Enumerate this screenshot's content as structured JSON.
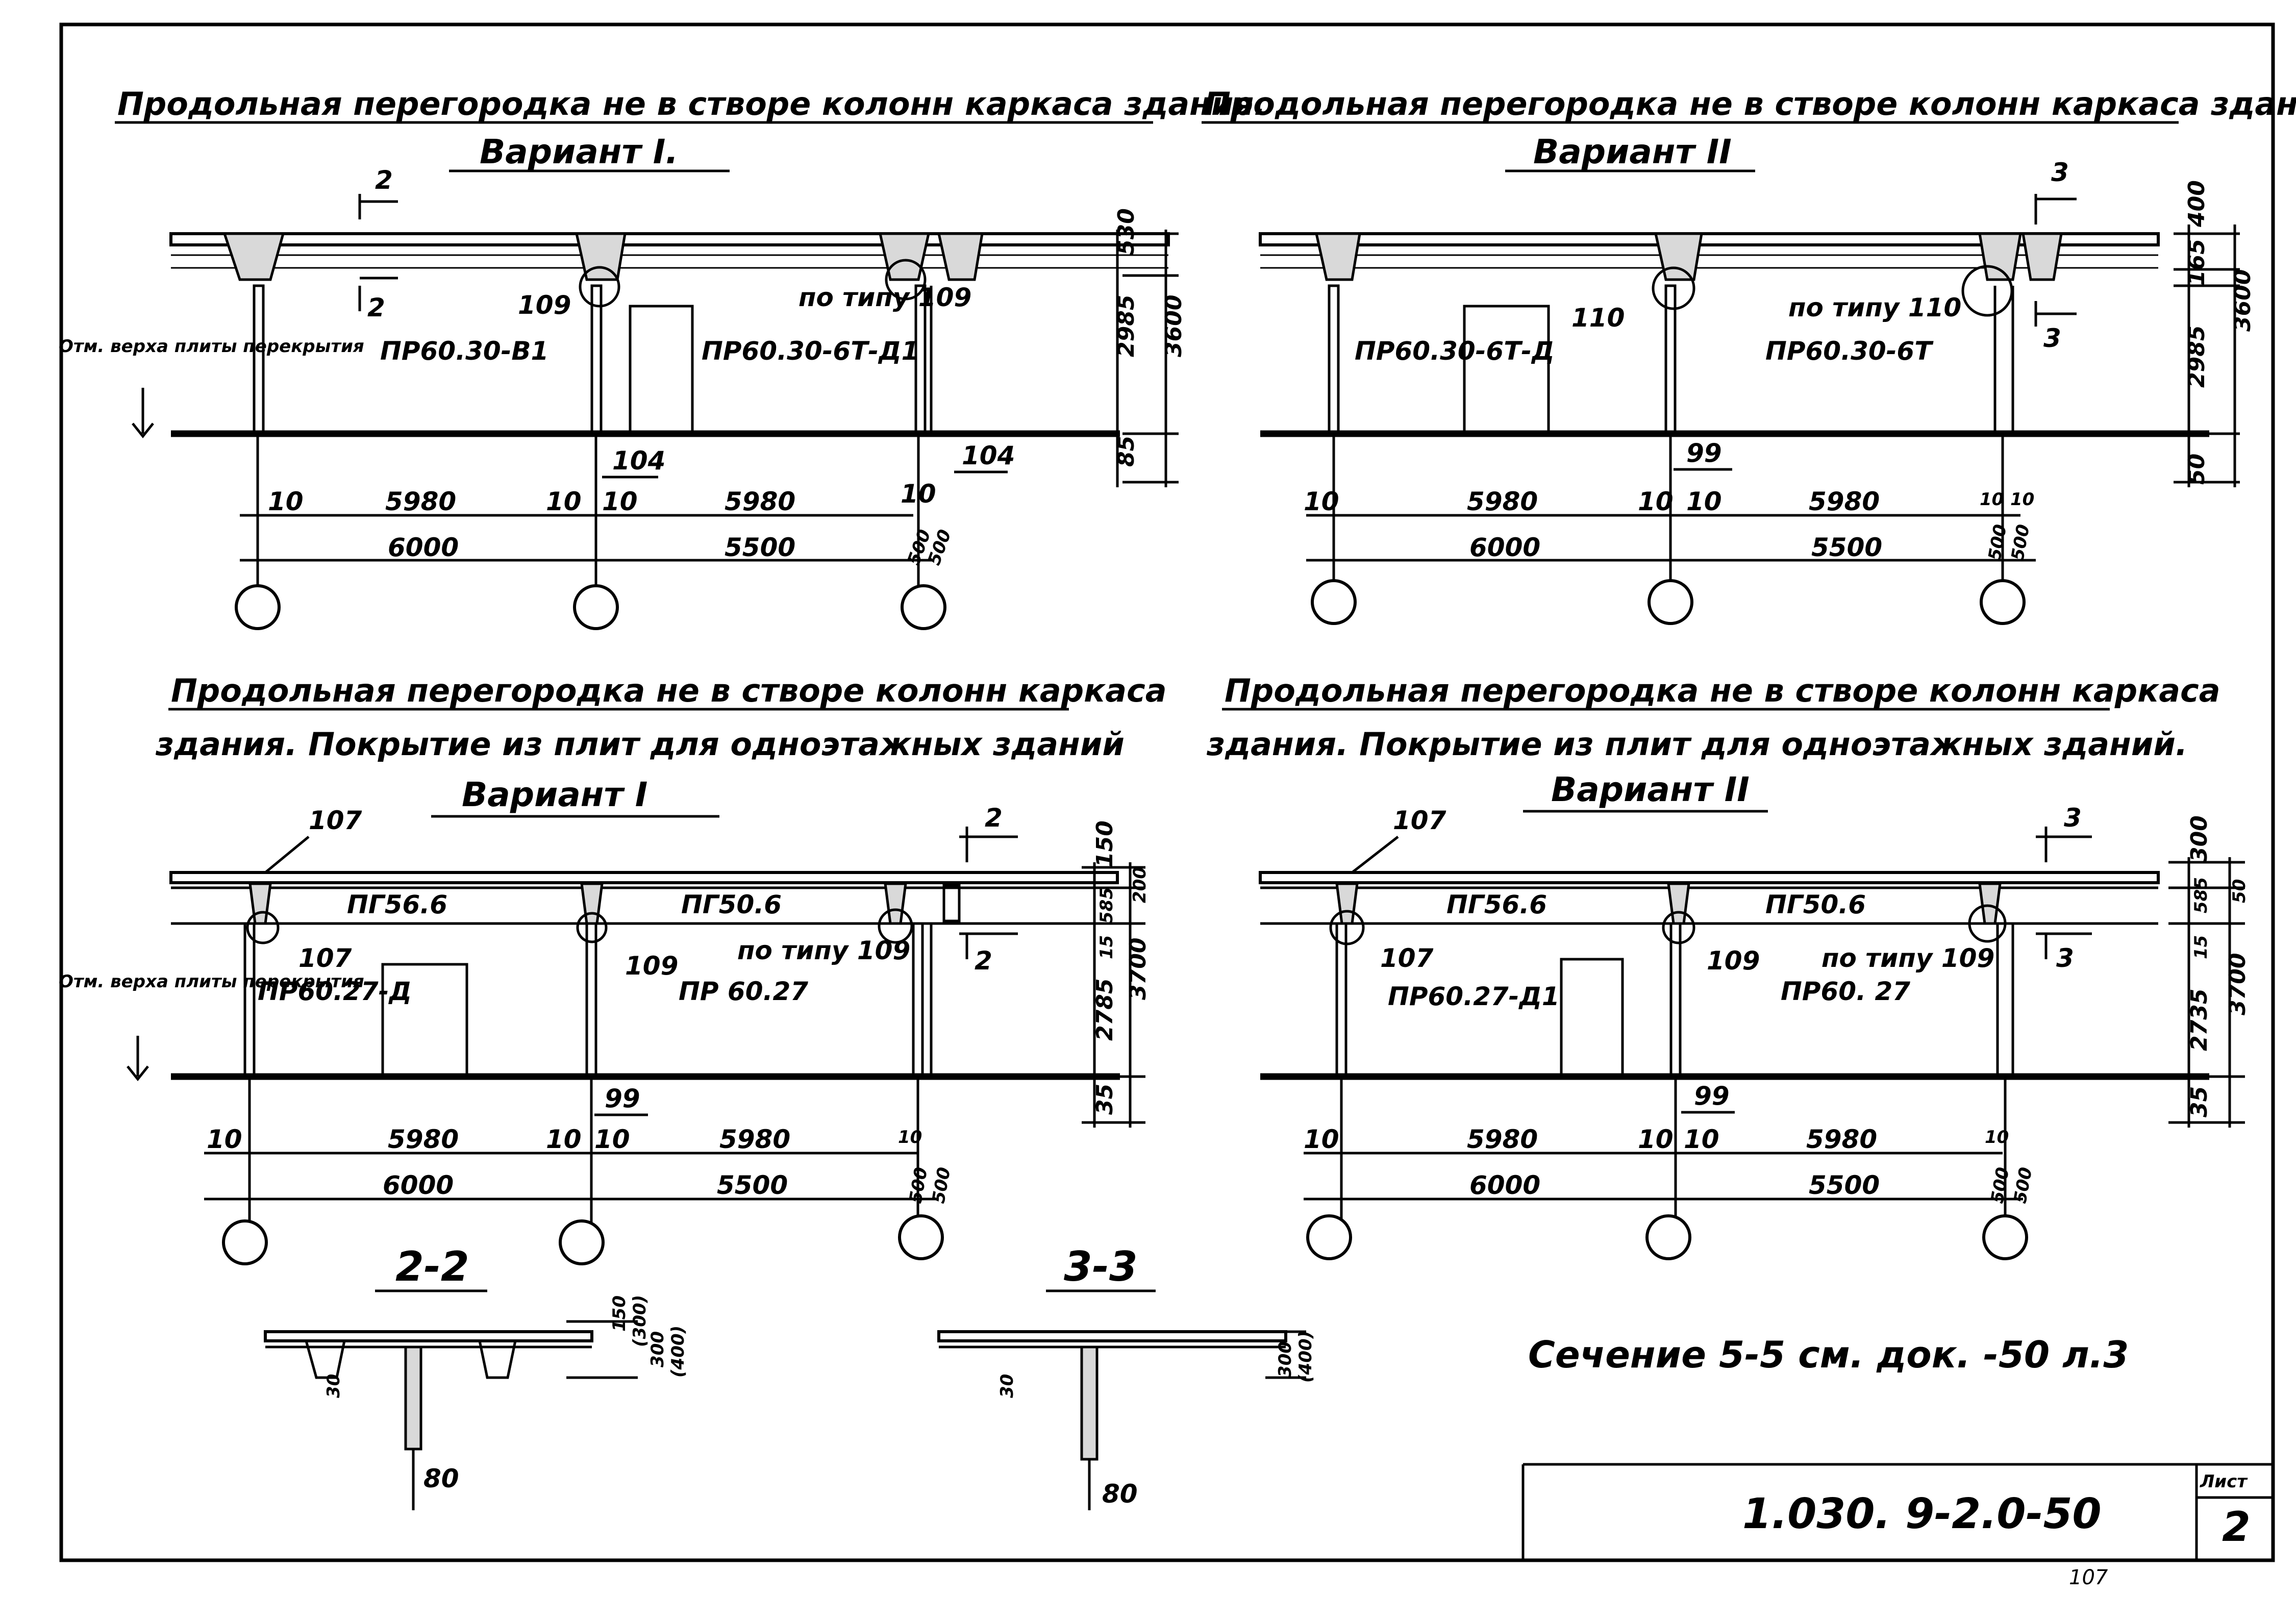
{
  "sheet": {
    "doc_code": "1.030. 9-2.0-50",
    "sheet_label": "Лист",
    "sheet_number": "2",
    "page_number": "107"
  },
  "panels": {
    "tl": {
      "title": "Продольная перегородка не в створе колонн каркаса здания.",
      "variant": "Вариант I.",
      "cut_mark": "2",
      "callout_a": "109",
      "callout_b": "по типу 109",
      "callout_c": "104",
      "callout_d": "104",
      "part_a": "ПР60.30-В1",
      "part_b": "ПР60.30-6Т-Д1",
      "level_note": "Отм. верха плиты перекрытия",
      "dims_right": [
        "530",
        "2985",
        "3600",
        "85"
      ],
      "dims_row1": [
        "10",
        "5980",
        "10",
        "10",
        "5980",
        "10"
      ],
      "dims_row2": [
        "6000",
        "5500",
        "500",
        "500"
      ]
    },
    "tr": {
      "title": "Продольная перегородка не в створе колонн каркаса здания",
      "variant": "Вариант II",
      "cut_mark": "3",
      "callout_a": "110",
      "callout_b": "по типу 110",
      "callout_c": "99",
      "part_a": "ПР60.30-6Т-Д",
      "part_b": "ПР60.30-6Т",
      "dims_right": [
        "400",
        "165",
        "2985",
        "3600",
        "50"
      ],
      "dims_row1": [
        "10",
        "5980",
        "10",
        "10",
        "5980",
        "10",
        "10"
      ],
      "dims_row2": [
        "6000",
        "5500",
        "500",
        "500"
      ]
    },
    "bl": {
      "title_line1": "Продольная перегородка не в створе колонн каркаса",
      "title_line2": "здания. Покрытие из плит для одноэтажных зданий",
      "variant": "Вариант I",
      "cut_mark": "2",
      "callout_top": "107",
      "callout_left": "107",
      "callout_mid": "109",
      "callout_right": "по типу 109",
      "callout_bottom": "99",
      "plate_a": "ПГ56.6",
      "plate_b": "ПГ50.6",
      "part_a": "ПР60.27-Д",
      "part_b": "ПР 60.27",
      "level_note": "Отм. верха плиты перекрытия",
      "dims_right": [
        "150",
        "200",
        "585",
        "15",
        "2785",
        "3700",
        "35"
      ],
      "dims_row1": [
        "10",
        "5980",
        "10",
        "10",
        "5980",
        "10"
      ],
      "dims_row2": [
        "6000",
        "5500",
        "500",
        "500"
      ]
    },
    "br": {
      "title_line1": "Продольная перегородка не в створе колонн каркаса",
      "title_line2": "здания. Покрытие из плит для одноэтажных зданий.",
      "variant": "Вариант II",
      "cut_mark": "3",
      "callout_top": "107",
      "callout_left": "107",
      "callout_mid": "109",
      "callout_right": "по типу 109",
      "callout_bottom": "99",
      "plate_a": "ПГ56.6",
      "plate_b": "ПГ50.6",
      "part_a": "ПР60.27-Д1",
      "part_b": "ПР60. 27",
      "dims_right": [
        "300",
        "50",
        "585",
        "2735",
        "15",
        "3700",
        "35"
      ],
      "dims_row1": [
        "10",
        "5980",
        "10",
        "10",
        "5980",
        "10"
      ],
      "dims_row2": [
        "6000",
        "5500",
        "500",
        "500"
      ]
    }
  },
  "sections": {
    "s22": {
      "title": "2-2",
      "dims": [
        "150",
        "(300)",
        "300",
        "(400)",
        "30",
        "80"
      ]
    },
    "s33": {
      "title": "3-3",
      "dims": [
        "300",
        "(400)",
        "30",
        "80"
      ]
    }
  },
  "note": "Сечение 5-5 см. док. -50 л.3"
}
